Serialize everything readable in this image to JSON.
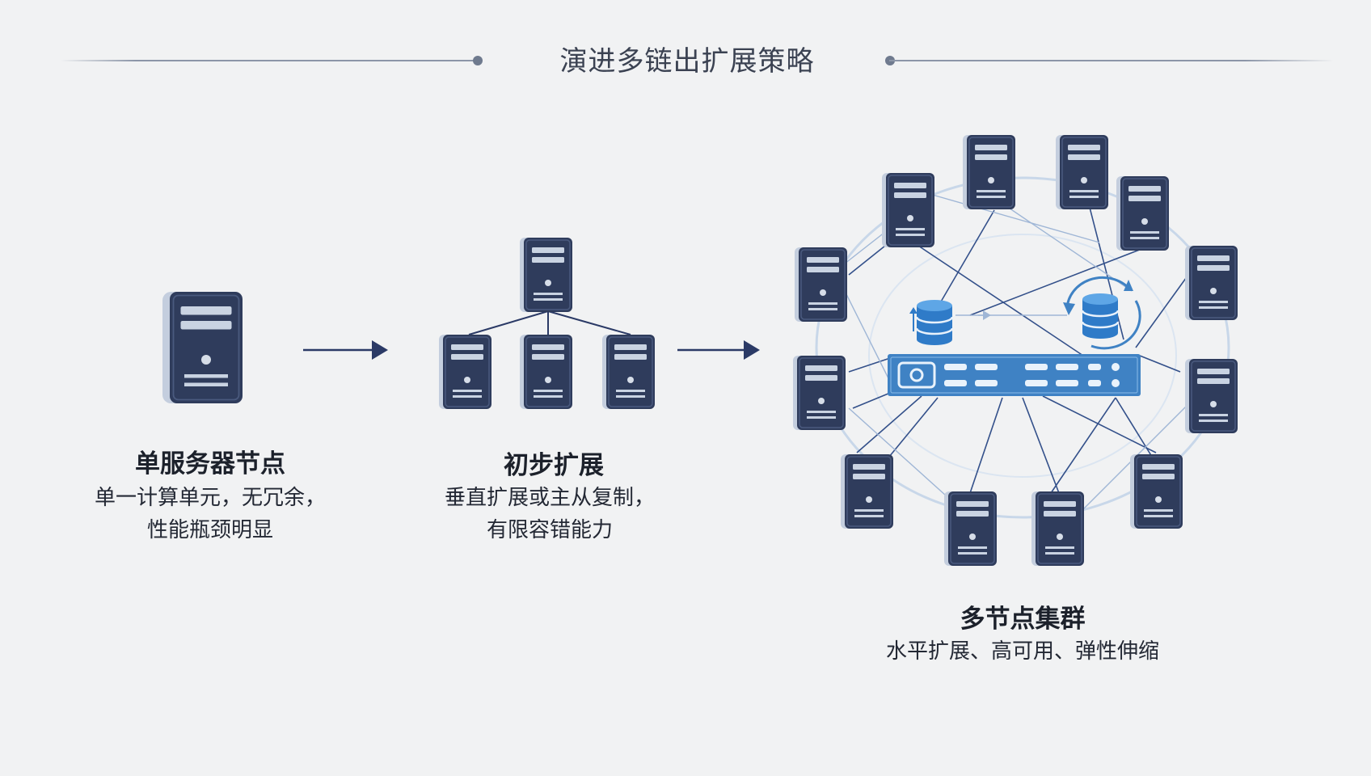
{
  "title": "演进多链出扩展策略",
  "colors": {
    "server_body": "#2f3c5c",
    "server_side": "#b8c4d6",
    "switch": "#3f82c4",
    "database": "#2f7bc8",
    "connector": "#2b3a66",
    "background": "#f1f2f3"
  },
  "stages": [
    {
      "title": "单服务器节点",
      "desc_lines": [
        "单一计算单元，无冗余，",
        "性能瓶颈明显"
      ],
      "icon": "single-server-icon"
    },
    {
      "title": "初步扩展",
      "desc_lines": [
        "垂直扩展或主从复制，",
        "有限容错能力"
      ],
      "icon": "server-tree-icon"
    },
    {
      "title": "多节点集群",
      "desc_lines": [
        "水平扩展、高可用、弹性伸缩"
      ],
      "icon": "server-cluster-icon"
    }
  ],
  "arrows": [
    "arrow-right-icon",
    "arrow-right-icon"
  ],
  "cluster": {
    "hub": "network-switch-icon",
    "databases": [
      "database-icon",
      "database-sync-icon"
    ]
  }
}
